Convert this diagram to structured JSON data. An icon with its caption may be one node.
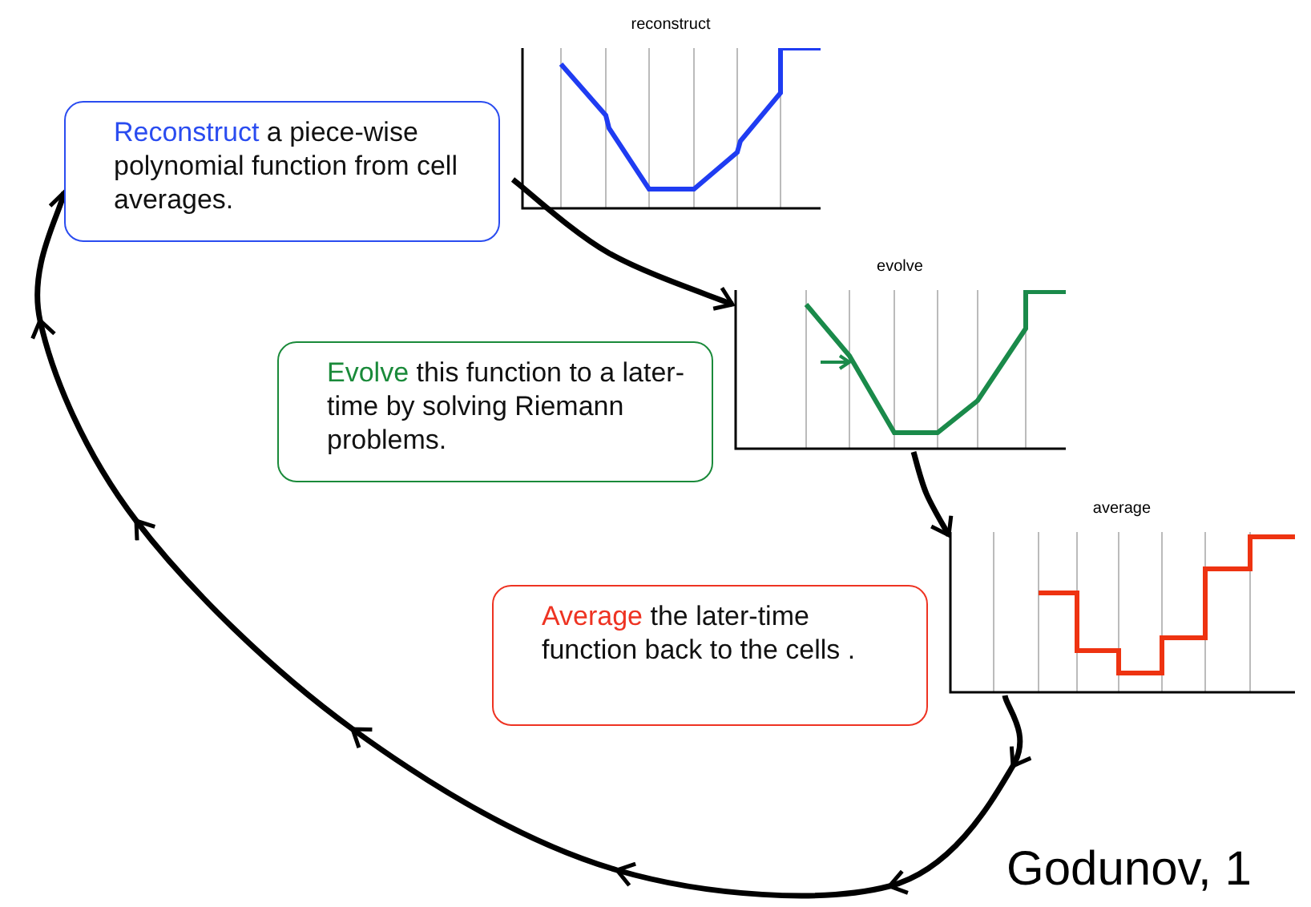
{
  "diagram": {
    "nodes": [
      {
        "text": [
          "Reconstruct a piece-wise polynomial function from cell averages."
        ]
      },
      {
        "text": [
          "reconstruct"
        ]
      },
      {
        "text": [
          "Evolve this function to a later-time by solving Riemann problems."
        ]
      },
      {
        "text": [
          "evolve"
        ]
      },
      {
        "text": [
          "Average the later-time function back to the cells ."
        ]
      },
      {
        "text": [
          "average"
        ]
      }
    ],
    "edges": [
      {
        "from": 1,
        "to": 3,
        "arrow": "to"
      },
      {
        "from": 3,
        "to": 5,
        "arrow": "to"
      },
      {
        "from": 5,
        "to": 0,
        "arrow": "to"
      }
    ],
    "labels": [
      "Godunov, 1"
    ]
  }
}
